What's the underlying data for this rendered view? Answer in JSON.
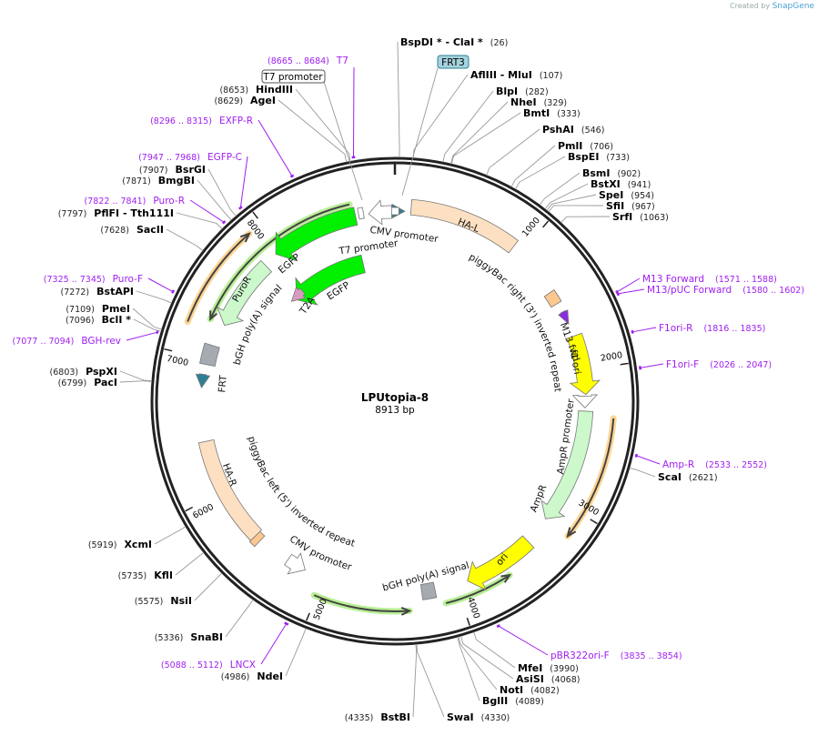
{
  "credit": {
    "prefix": "Created by",
    "brand": "SnapGene"
  },
  "plasmid": {
    "name": "LPUtopia-8",
    "size": "8913 bp",
    "length": 8913
  },
  "ticks": [
    "1000",
    "2000",
    "3000",
    "4000",
    "5000",
    "6000",
    "7000",
    "8000"
  ],
  "colors": {
    "backbone": "#222222",
    "primer": "#a020f0",
    "enzyme_line": "#888888"
  },
  "enzymes": [
    {
      "name": "BspDI *  - ClaI *",
      "pos": "26"
    },
    {
      "name": "AflIII  - MluI",
      "pos": "107"
    },
    {
      "name": "BlpI",
      "pos": "282"
    },
    {
      "name": "NheI",
      "pos": "329"
    },
    {
      "name": "BmtI",
      "pos": "333"
    },
    {
      "name": "PshAI",
      "pos": "546"
    },
    {
      "name": "PmlI",
      "pos": "706"
    },
    {
      "name": "BspEI",
      "pos": "733"
    },
    {
      "name": "BsmI",
      "pos": "902"
    },
    {
      "name": "BstXI",
      "pos": "941"
    },
    {
      "name": "SpeI",
      "pos": "954"
    },
    {
      "name": "SfiI",
      "pos": "967"
    },
    {
      "name": "SrfI",
      "pos": "1063"
    },
    {
      "name": "ScaI",
      "pos": "2621"
    },
    {
      "name": "MfeI",
      "pos": "3990"
    },
    {
      "name": "AsiSI",
      "pos": "4068"
    },
    {
      "name": "NotI",
      "pos": "4082"
    },
    {
      "name": "BglII",
      "pos": "4089"
    },
    {
      "name": "SwaI",
      "pos": "4330"
    },
    {
      "name": "BstBI",
      "pos": "4335"
    },
    {
      "name": "NdeI",
      "pos": "4986"
    },
    {
      "name": "SnaBI",
      "pos": "5336"
    },
    {
      "name": "NsiI",
      "pos": "5575"
    },
    {
      "name": "KflI",
      "pos": "5735"
    },
    {
      "name": "XcmI",
      "pos": "5919"
    },
    {
      "name": "PacI",
      "pos": "6799"
    },
    {
      "name": "PspXI",
      "pos": "6803"
    },
    {
      "name": "BclI *",
      "pos": "7096"
    },
    {
      "name": "PmeI",
      "pos": "7109"
    },
    {
      "name": "BstAPI",
      "pos": "7272"
    },
    {
      "name": "SacII",
      "pos": "7628"
    },
    {
      "name": "PflFI  - Tth111I",
      "pos": "7797"
    },
    {
      "name": "BmgBI",
      "pos": "7871"
    },
    {
      "name": "BsrGI",
      "pos": "7907"
    },
    {
      "name": "AgeI",
      "pos": "8629"
    },
    {
      "name": "HindIII",
      "pos": "8653"
    }
  ],
  "primers": [
    {
      "name": "M13 Forward",
      "range": "(1571 .. 1588)"
    },
    {
      "name": "M13/pUC Forward",
      "range": "(1580 .. 1602)"
    },
    {
      "name": "F1ori-R",
      "range": "(1816 .. 1835)"
    },
    {
      "name": "F1ori-F",
      "range": "(2026 .. 2047)"
    },
    {
      "name": "Amp-R",
      "range": "(2533 .. 2552)"
    },
    {
      "name": "pBR322ori-F",
      "range": "(3835 .. 3854)"
    },
    {
      "name": "LNCX",
      "range": "(5088 .. 5112)"
    },
    {
      "name": "BGH-rev",
      "range": "(7077 .. 7094)"
    },
    {
      "name": "Puro-F",
      "range": "(7325 .. 7345)"
    },
    {
      "name": "Puro-R",
      "range": "(7822 .. 7841)"
    },
    {
      "name": "EGFP-C",
      "range": "(7947 .. 7968)"
    },
    {
      "name": "EXFP-R",
      "range": "(8296 .. 8315)"
    },
    {
      "name": "T7",
      "range": "(8665 .. 8684)"
    }
  ],
  "boxed_labels": {
    "frt3": "FRT3",
    "t7_promoter": "T7 promoter"
  },
  "features": [
    {
      "name": "HA-L",
      "color": "#fde0c2"
    },
    {
      "name": "CMV promoter",
      "color": "#ffffff"
    },
    {
      "name": "T7 promoter",
      "color": "#ffffff"
    },
    {
      "name": "EGFP",
      "color": "#00f000"
    },
    {
      "name": "EGFP",
      "color": "#00f000"
    },
    {
      "name": "T2A",
      "color": "#d89bc0"
    },
    {
      "name": "PuroR",
      "color": "#ccf8cc"
    },
    {
      "name": "bGH poly(A) signal",
      "color": "#a6abb2"
    },
    {
      "name": "FRT",
      "color": "#2f7f94"
    },
    {
      "name": "piggyBac right (3') inverted repeat",
      "color": "#fcc890"
    },
    {
      "name": "M13 fwd",
      "color": "#8a2be2"
    },
    {
      "name": "f1 ori",
      "color": "#ffff00"
    },
    {
      "name": "AmpR promoter",
      "color": "#ffffff"
    },
    {
      "name": "AmpR",
      "color": "#ccf8cc"
    },
    {
      "name": "ori",
      "color": "#ffff00"
    },
    {
      "name": "bGH poly(A) signal",
      "color": "#a6abb2"
    },
    {
      "name": "CMV promoter",
      "color": "#ffffff"
    },
    {
      "name": "piggyBac left (5') inverted repeat",
      "color": "#fcc890"
    },
    {
      "name": "HA-R",
      "color": "#fde0c2"
    }
  ]
}
